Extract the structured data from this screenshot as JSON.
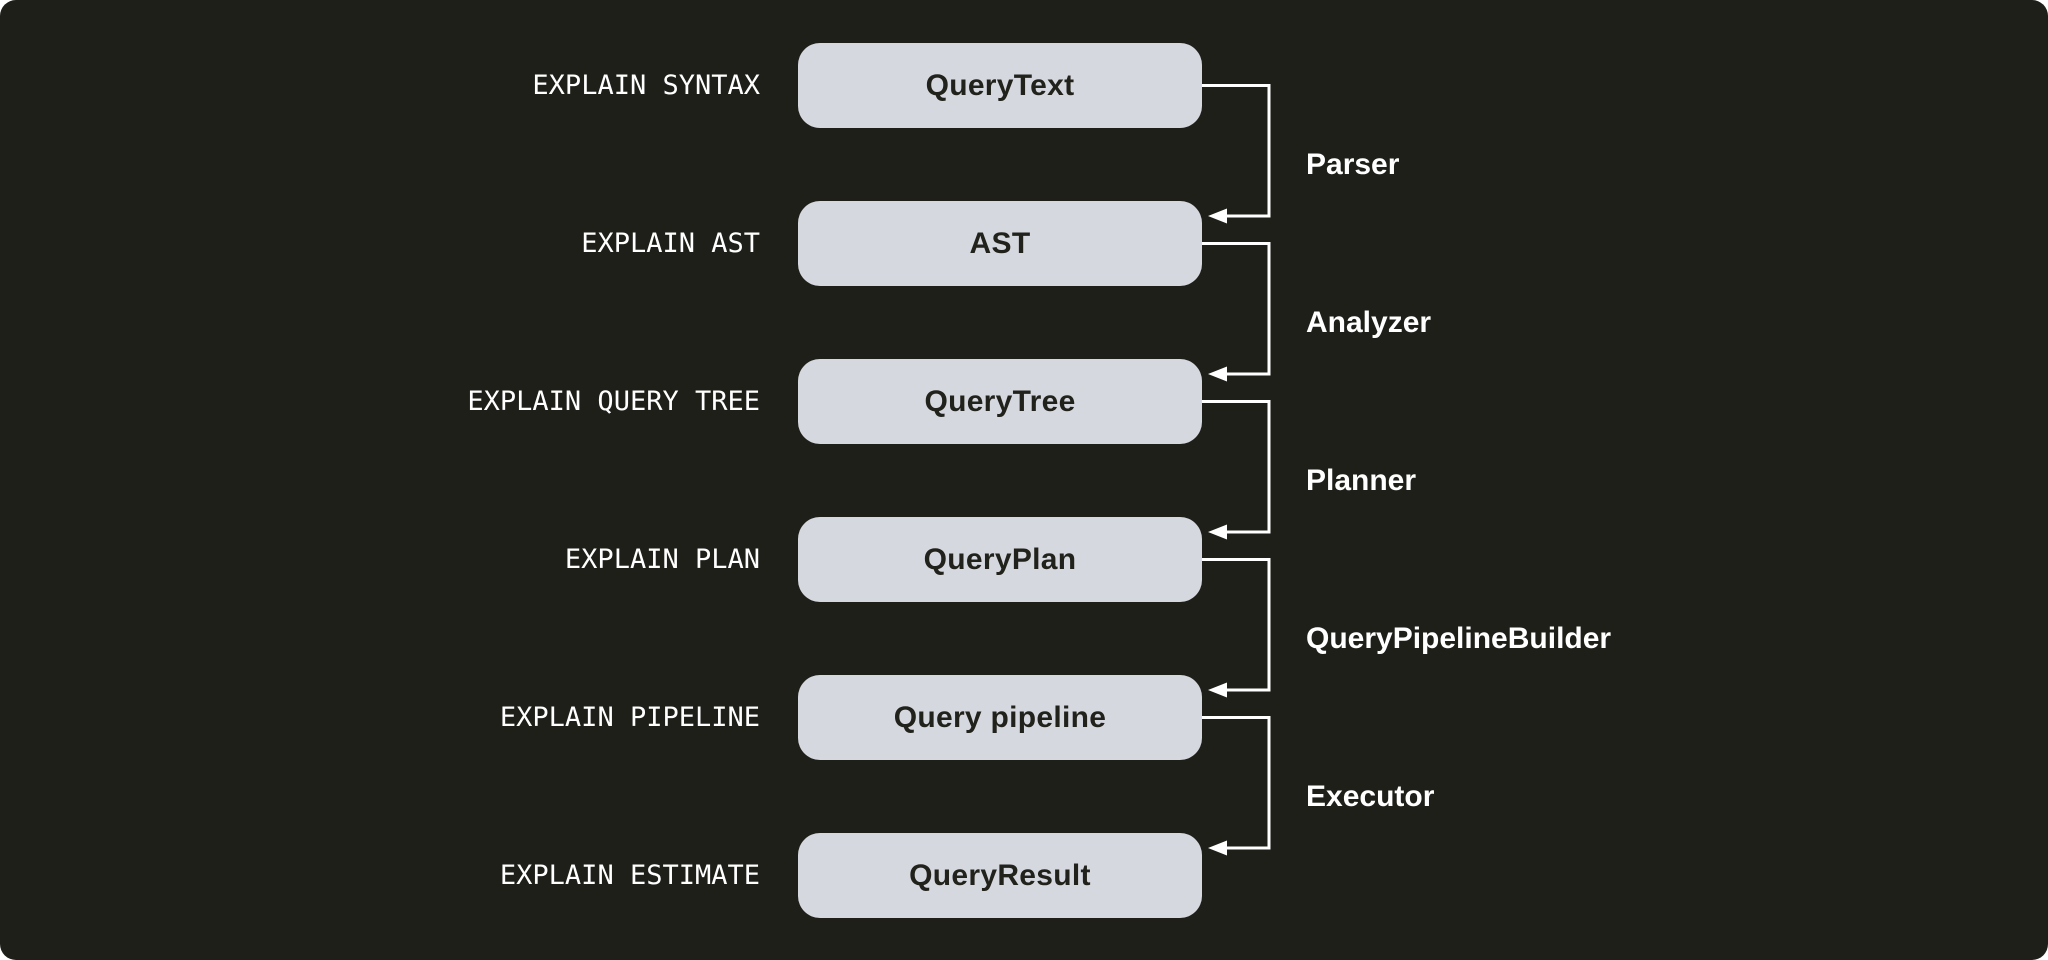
{
  "diagram": {
    "description": "ClickHouse query execution stages mapped to EXPLAIN statements",
    "colors": {
      "canvas_background": "#1f1f1a",
      "box_fill": "#d6d8df",
      "box_text": "#22221c",
      "label_text": "#ffffff",
      "connector_line": "#ffffff"
    },
    "rows": [
      {
        "explain_label": "EXPLAIN SYNTAX",
        "box_label": "QueryText"
      },
      {
        "explain_label": "EXPLAIN AST",
        "box_label": "AST"
      },
      {
        "explain_label": "EXPLAIN QUERY TREE",
        "box_label": "QueryTree"
      },
      {
        "explain_label": "EXPLAIN PLAN",
        "box_label": "QueryPlan"
      },
      {
        "explain_label": "EXPLAIN PIPELINE",
        "box_label": "Query pipeline"
      },
      {
        "explain_label": "EXPLAIN ESTIMATE",
        "box_label": "QueryResult"
      }
    ],
    "stages": [
      {
        "label": "Parser",
        "from": "QueryText",
        "to": "AST"
      },
      {
        "label": "Analyzer",
        "from": "AST",
        "to": "QueryTree"
      },
      {
        "label": "Planner",
        "from": "QueryTree",
        "to": "QueryPlan"
      },
      {
        "label": "QueryPipelineBuilder",
        "from": "QueryPlan",
        "to": "Query pipeline"
      },
      {
        "label": "Executor",
        "from": "Query pipeline",
        "to": "QueryResult"
      }
    ]
  }
}
